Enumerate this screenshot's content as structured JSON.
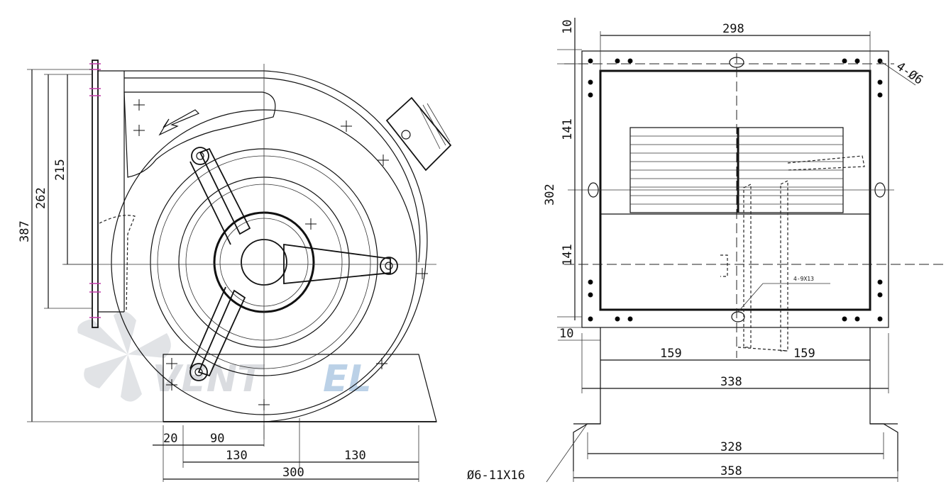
{
  "side_view": {
    "dims": {
      "d387": "387",
      "d262": "262",
      "d215": "215",
      "d20": "20",
      "d90": "90",
      "d130a": "130",
      "d130b": "130",
      "d300": "300"
    }
  },
  "front_view": {
    "dims": {
      "d298": "298",
      "d10top": "10",
      "d141a": "141",
      "d302": "302",
      "d141b": "141",
      "d10bottom": "10",
      "d159a": "159",
      "d159b": "159",
      "d338": "338",
      "d328": "328",
      "d358": "358"
    },
    "callouts": {
      "holes": "4-Ø6",
      "slots": "Ø6-11X16",
      "cable": "4-9X13"
    }
  },
  "watermark": {
    "brand": "VENTEL",
    "brand_accent": "EL"
  }
}
